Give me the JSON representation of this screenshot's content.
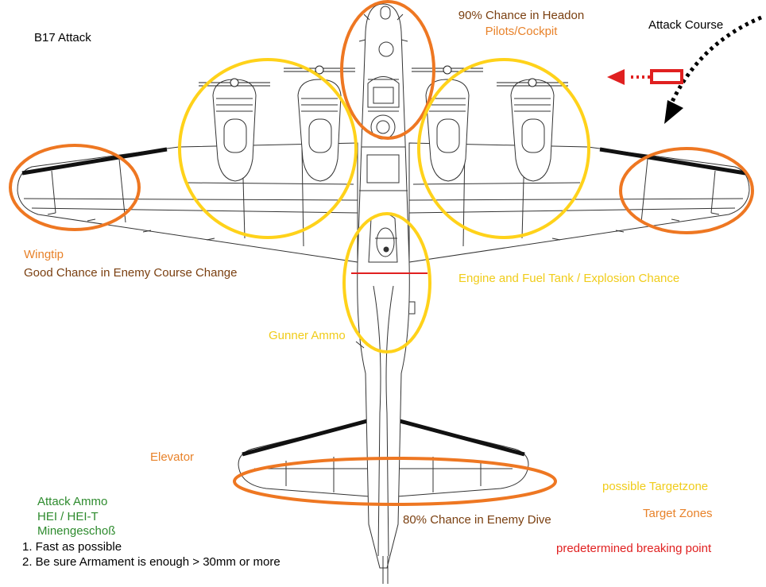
{
  "title": "B17 Attack",
  "colors": {
    "orange_zone": "#ee7722",
    "yellow_zone": "#ffd21a",
    "brown_text": "#7a3f10",
    "orange_text": "#e8822a",
    "yellow_text": "#f0cc1a",
    "green_text": "#2e8b2e",
    "red_text": "#e02020",
    "black_text": "#000000"
  },
  "labels": {
    "headon_chance": "90% Chance in Headon",
    "cockpit": "Pilots/Cockpit",
    "attack_course": "Attack Course",
    "wingtip": "Wingtip",
    "wingtip_chance": "Good Chance in Enemy Course Change",
    "engine_fuel": "Engine and Fuel Tank / Explosion Chance",
    "gunner_ammo": "Gunner Ammo",
    "elevator": "Elevator",
    "dive_chance": "80% Chance in Enemy Dive"
  },
  "legend": {
    "possible_targetzone": "possible Targetzone",
    "target_zones": "Target Zones",
    "breaking_point": "predetermined breaking point"
  },
  "ammo": {
    "heading": "Attack Ammo",
    "type1": "HEI / HEI-T",
    "type2": "Minengeschoß"
  },
  "steps": [
    "1. Fast as possible",
    "2. Be sure Armament is enough > 30mm or more"
  ]
}
